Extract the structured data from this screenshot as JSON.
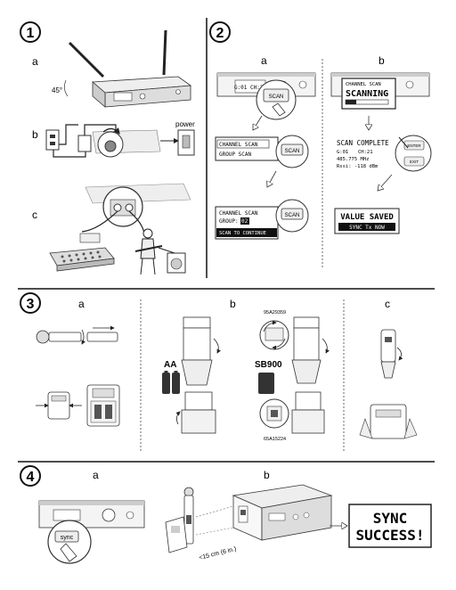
{
  "steps": [
    {
      "number": "1",
      "parts": [
        "a",
        "b",
        "c"
      ]
    },
    {
      "number": "2",
      "parts": [
        "a",
        "b"
      ]
    },
    {
      "number": "3",
      "parts": [
        "a",
        "b",
        "c"
      ]
    },
    {
      "number": "4",
      "parts": [
        "a",
        "b"
      ]
    }
  ],
  "step1": {
    "angle_label": "45°",
    "power_label": "power"
  },
  "step2": {
    "lcd_group_channel": "G:01 CH:21",
    "scan_button": "SCAN",
    "channel_scan": "CHANNEL SCAN",
    "group_scan": "GROUP SCAN",
    "group_value_label": "GROUP:",
    "group_value": "02",
    "scan_to_continue": "SCAN TO CONTINUE",
    "scanning_header": "CHANNEL SCAN",
    "scanning": "SCANNING",
    "scan_complete": "SCAN COMPLETE",
    "scan_complete_group": "G:01",
    "scan_complete_channel": "CH:21",
    "scan_complete_freq": "485.775 MHz",
    "scan_complete_rssi": "Rssi: -118 dBm",
    "enter_button": "ENTER",
    "exit_button": "EXIT",
    "value_saved": "VALUE SAVED",
    "sync_tx_now": "SYNC Tx NOW"
  },
  "step3": {
    "battery_aa": "AA",
    "battery_sb900": "SB900",
    "part_number_top": "95A29359",
    "part_number_bottom": "65A15224"
  },
  "step4": {
    "sync_button": "sync",
    "distance": "<15 cm (6 in.)",
    "sync_success_line1": "SYNC",
    "sync_success_line2": "SUCCESS!"
  }
}
